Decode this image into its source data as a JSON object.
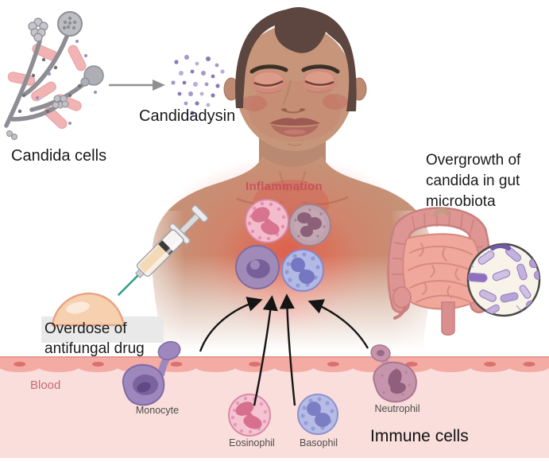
{
  "figure": {
    "title": "Candida infection and immune response diagram",
    "labels": {
      "candida_cells": "Candida cells",
      "candidadysin": "Candidadysin",
      "overgrowth_gut": "Overgrowth of candida in gut microbiota",
      "inflammation": "Inflammation",
      "overdose_antifungal": "Overdose of antifungal drug",
      "blood": "Blood",
      "monocyte": "Monocyte",
      "eosinophil": "Eosinophil",
      "basophil": "Basophil",
      "neutrophil": "Neutrophil",
      "immune_cells": "Immune cells"
    },
    "colors": {
      "inflammation_text": "#c5495a",
      "blood_text": "#c96a74",
      "cell_label_text": "#4d4d4d",
      "main_text": "#1a1a1a",
      "blood_plasma": "#f9dedb",
      "vessel_wall": "#f3aba4",
      "skin": "#c49378",
      "hair": "#5c463f",
      "inflammation_glow": "#e4503f",
      "monocyte_fill": "#9d87bd",
      "eosinophil_fill": "#f5c3d2",
      "basophil_fill": "#b6bce6",
      "neutrophil_fill": "#c795ab",
      "candida_hyphae": "#8d8d94",
      "candida_rods": "#f0abab",
      "candidadysin_dots": "#8d78b4",
      "intestine": "#dd9694",
      "microbiota_rod": "#b7a3d6"
    }
  }
}
